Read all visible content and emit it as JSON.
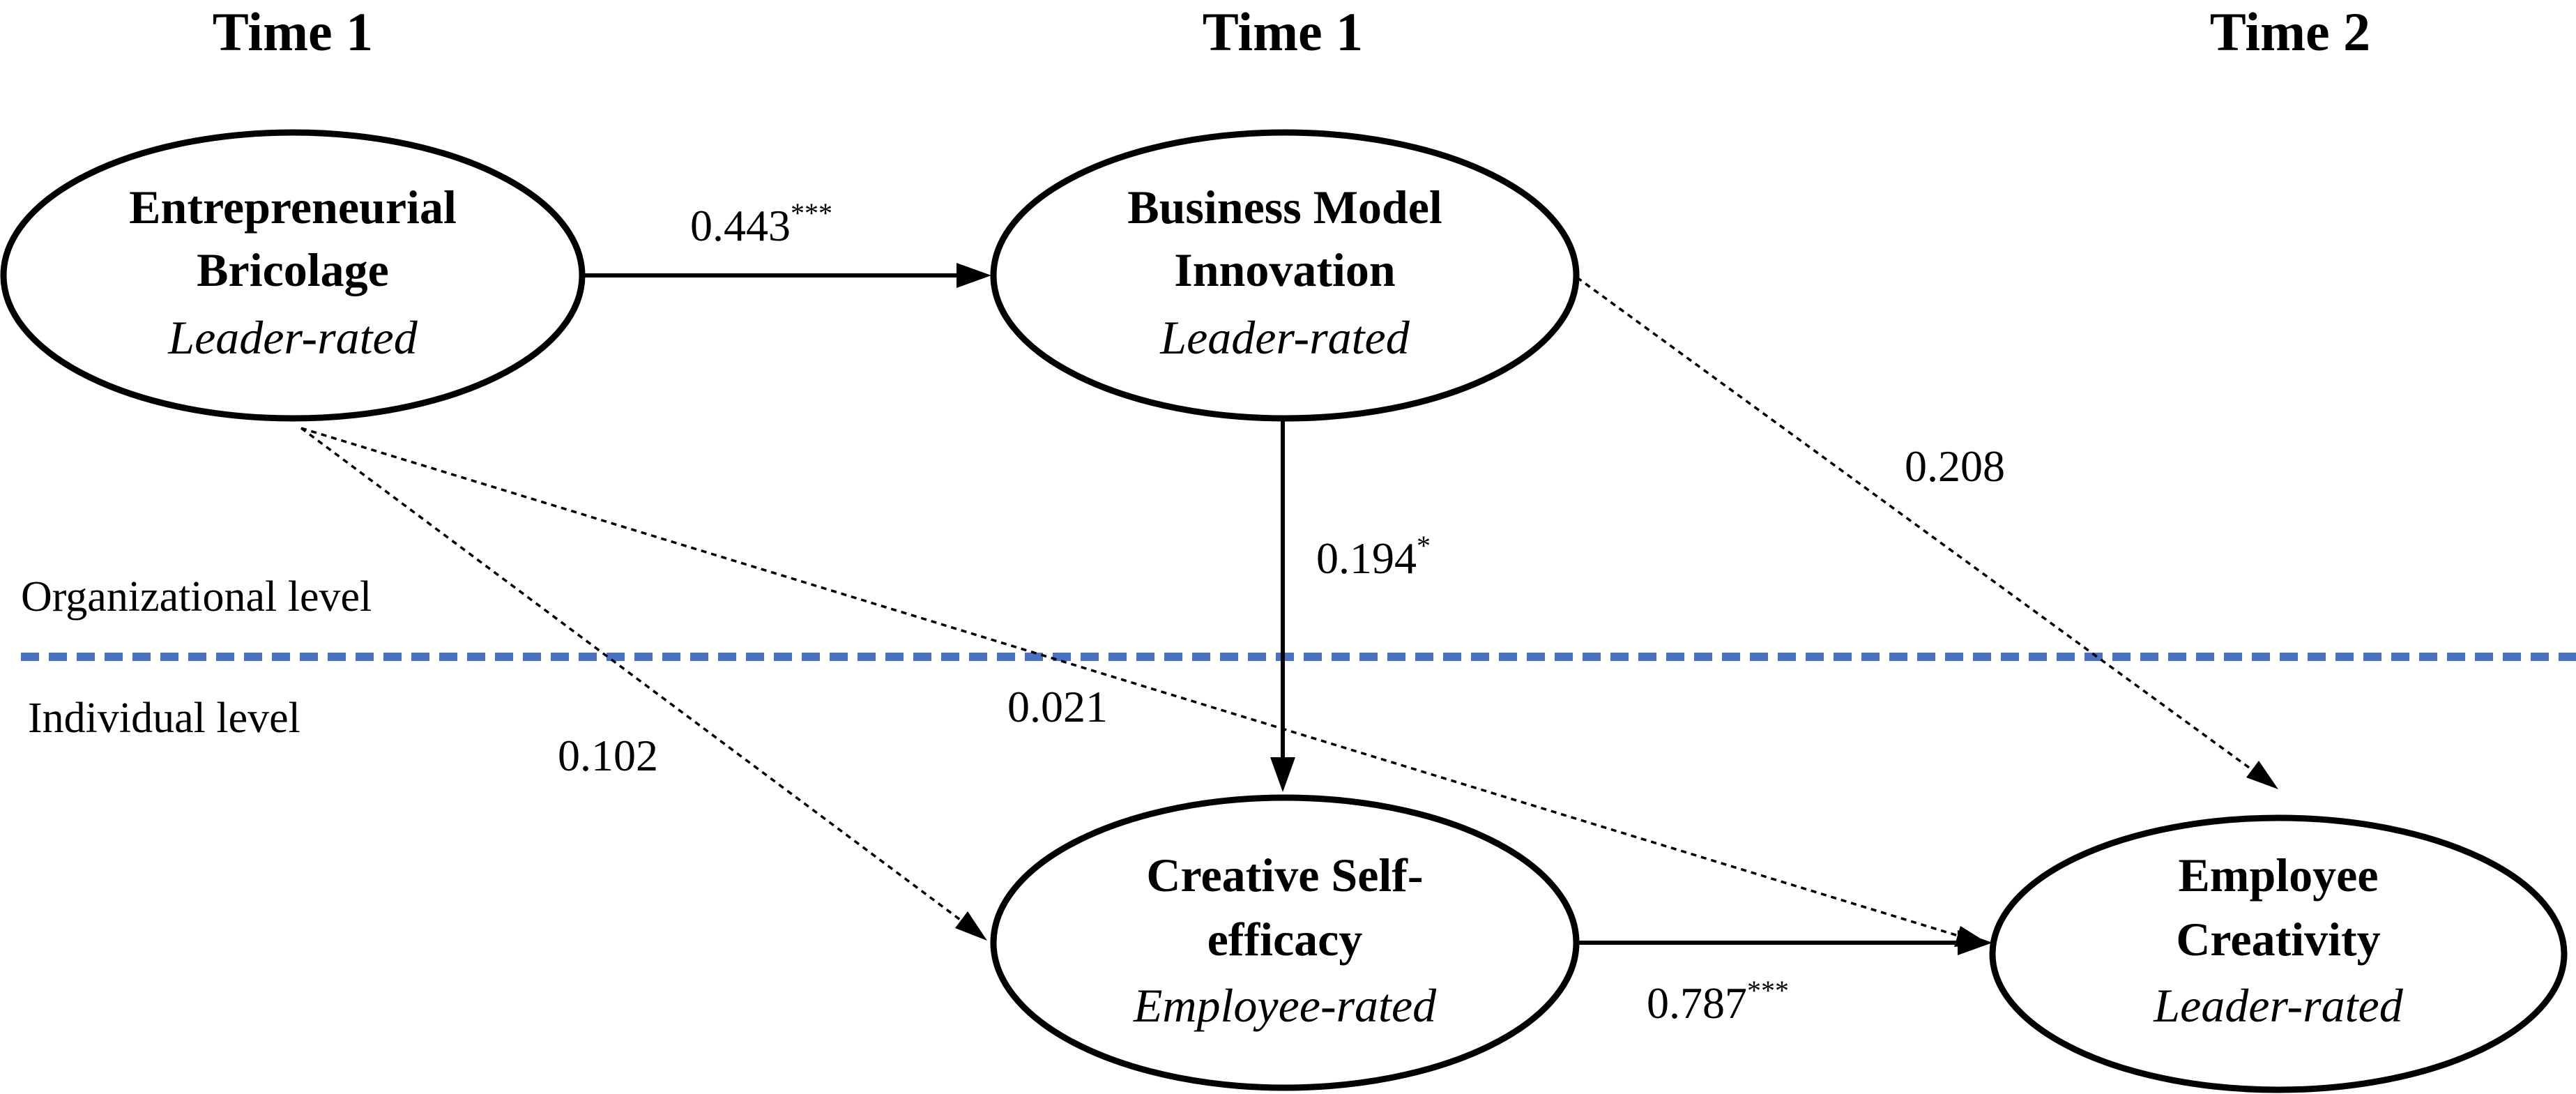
{
  "time_labels": {
    "left": "Time 1",
    "middle": "Time 1",
    "right": "Time 2"
  },
  "levels": {
    "organizational": "Organizational level",
    "individual": "Individual level",
    "divider_color": "#4a72c4"
  },
  "nodes": {
    "entrepreneurial_bricolage": {
      "line1": "Entrepreneurial",
      "line2": "Bricolage",
      "rater": "Leader-rated"
    },
    "business_model_innovation": {
      "line1": "Business Model",
      "line2": "Innovation",
      "rater": "Leader-rated"
    },
    "creative_self_efficacy": {
      "line1": "Creative Self-",
      "line2": "efficacy",
      "rater": "Employee-rated"
    },
    "employee_creativity": {
      "line1": "Employee",
      "line2": "Creativity",
      "rater": "Leader-rated"
    }
  },
  "paths": {
    "eb_to_bmi": {
      "value": "0.443",
      "sig": "***",
      "style": "solid"
    },
    "bmi_to_cse": {
      "value": "0.194",
      "sig": "*",
      "style": "solid"
    },
    "cse_to_ec": {
      "value": "0.787",
      "sig": "***",
      "style": "solid"
    },
    "bmi_to_ec": {
      "value": "0.208",
      "sig": "",
      "style": "dotted"
    },
    "eb_to_cse": {
      "value": "0.102",
      "sig": "",
      "style": "dotted"
    },
    "eb_to_ec": {
      "value": "0.021",
      "sig": "",
      "style": "dotted"
    }
  }
}
